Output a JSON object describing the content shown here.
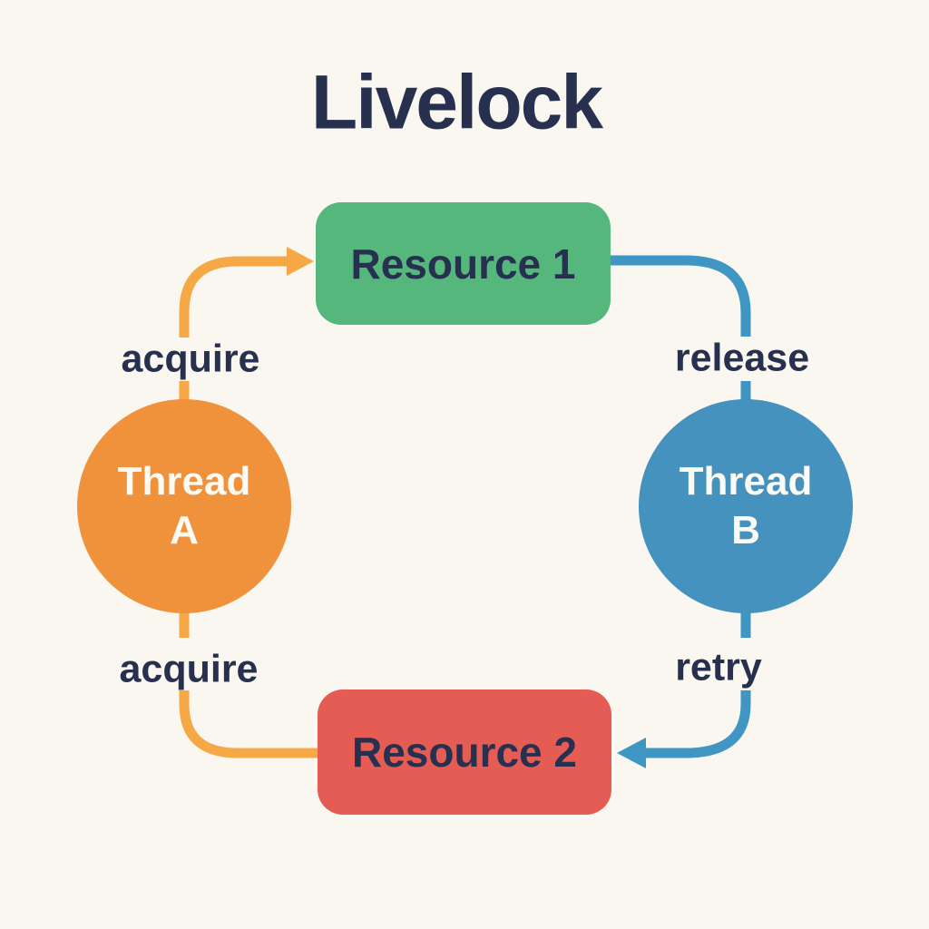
{
  "title": "Livelock",
  "palette": {
    "background": "#FAF6F0",
    "text_dark": "#28304F",
    "node_text_light": "#FBFAF4"
  },
  "nodes": {
    "resource1": {
      "label": "Resource 1",
      "fill": "#55B77B"
    },
    "resource2": {
      "label": "Resource 2",
      "fill": "#E55C55"
    },
    "thread_a": {
      "line1": "Thread",
      "line2": "A",
      "fill": "#F0923C"
    },
    "thread_b": {
      "line1": "Thread",
      "line2": "B",
      "fill": "#4492BD"
    }
  },
  "edges": {
    "acquire_top": {
      "label": "acquire",
      "color": "#F5A845",
      "arrowhead": "true"
    },
    "release": {
      "label": "release",
      "color": "#3F96C3",
      "arrowhead": "false"
    },
    "retry": {
      "label": "retry",
      "color": "#3F96C3",
      "arrowhead": "true"
    },
    "acquire_bottom": {
      "label": "acquire",
      "color": "#F5A845",
      "arrowhead": "false"
    }
  }
}
